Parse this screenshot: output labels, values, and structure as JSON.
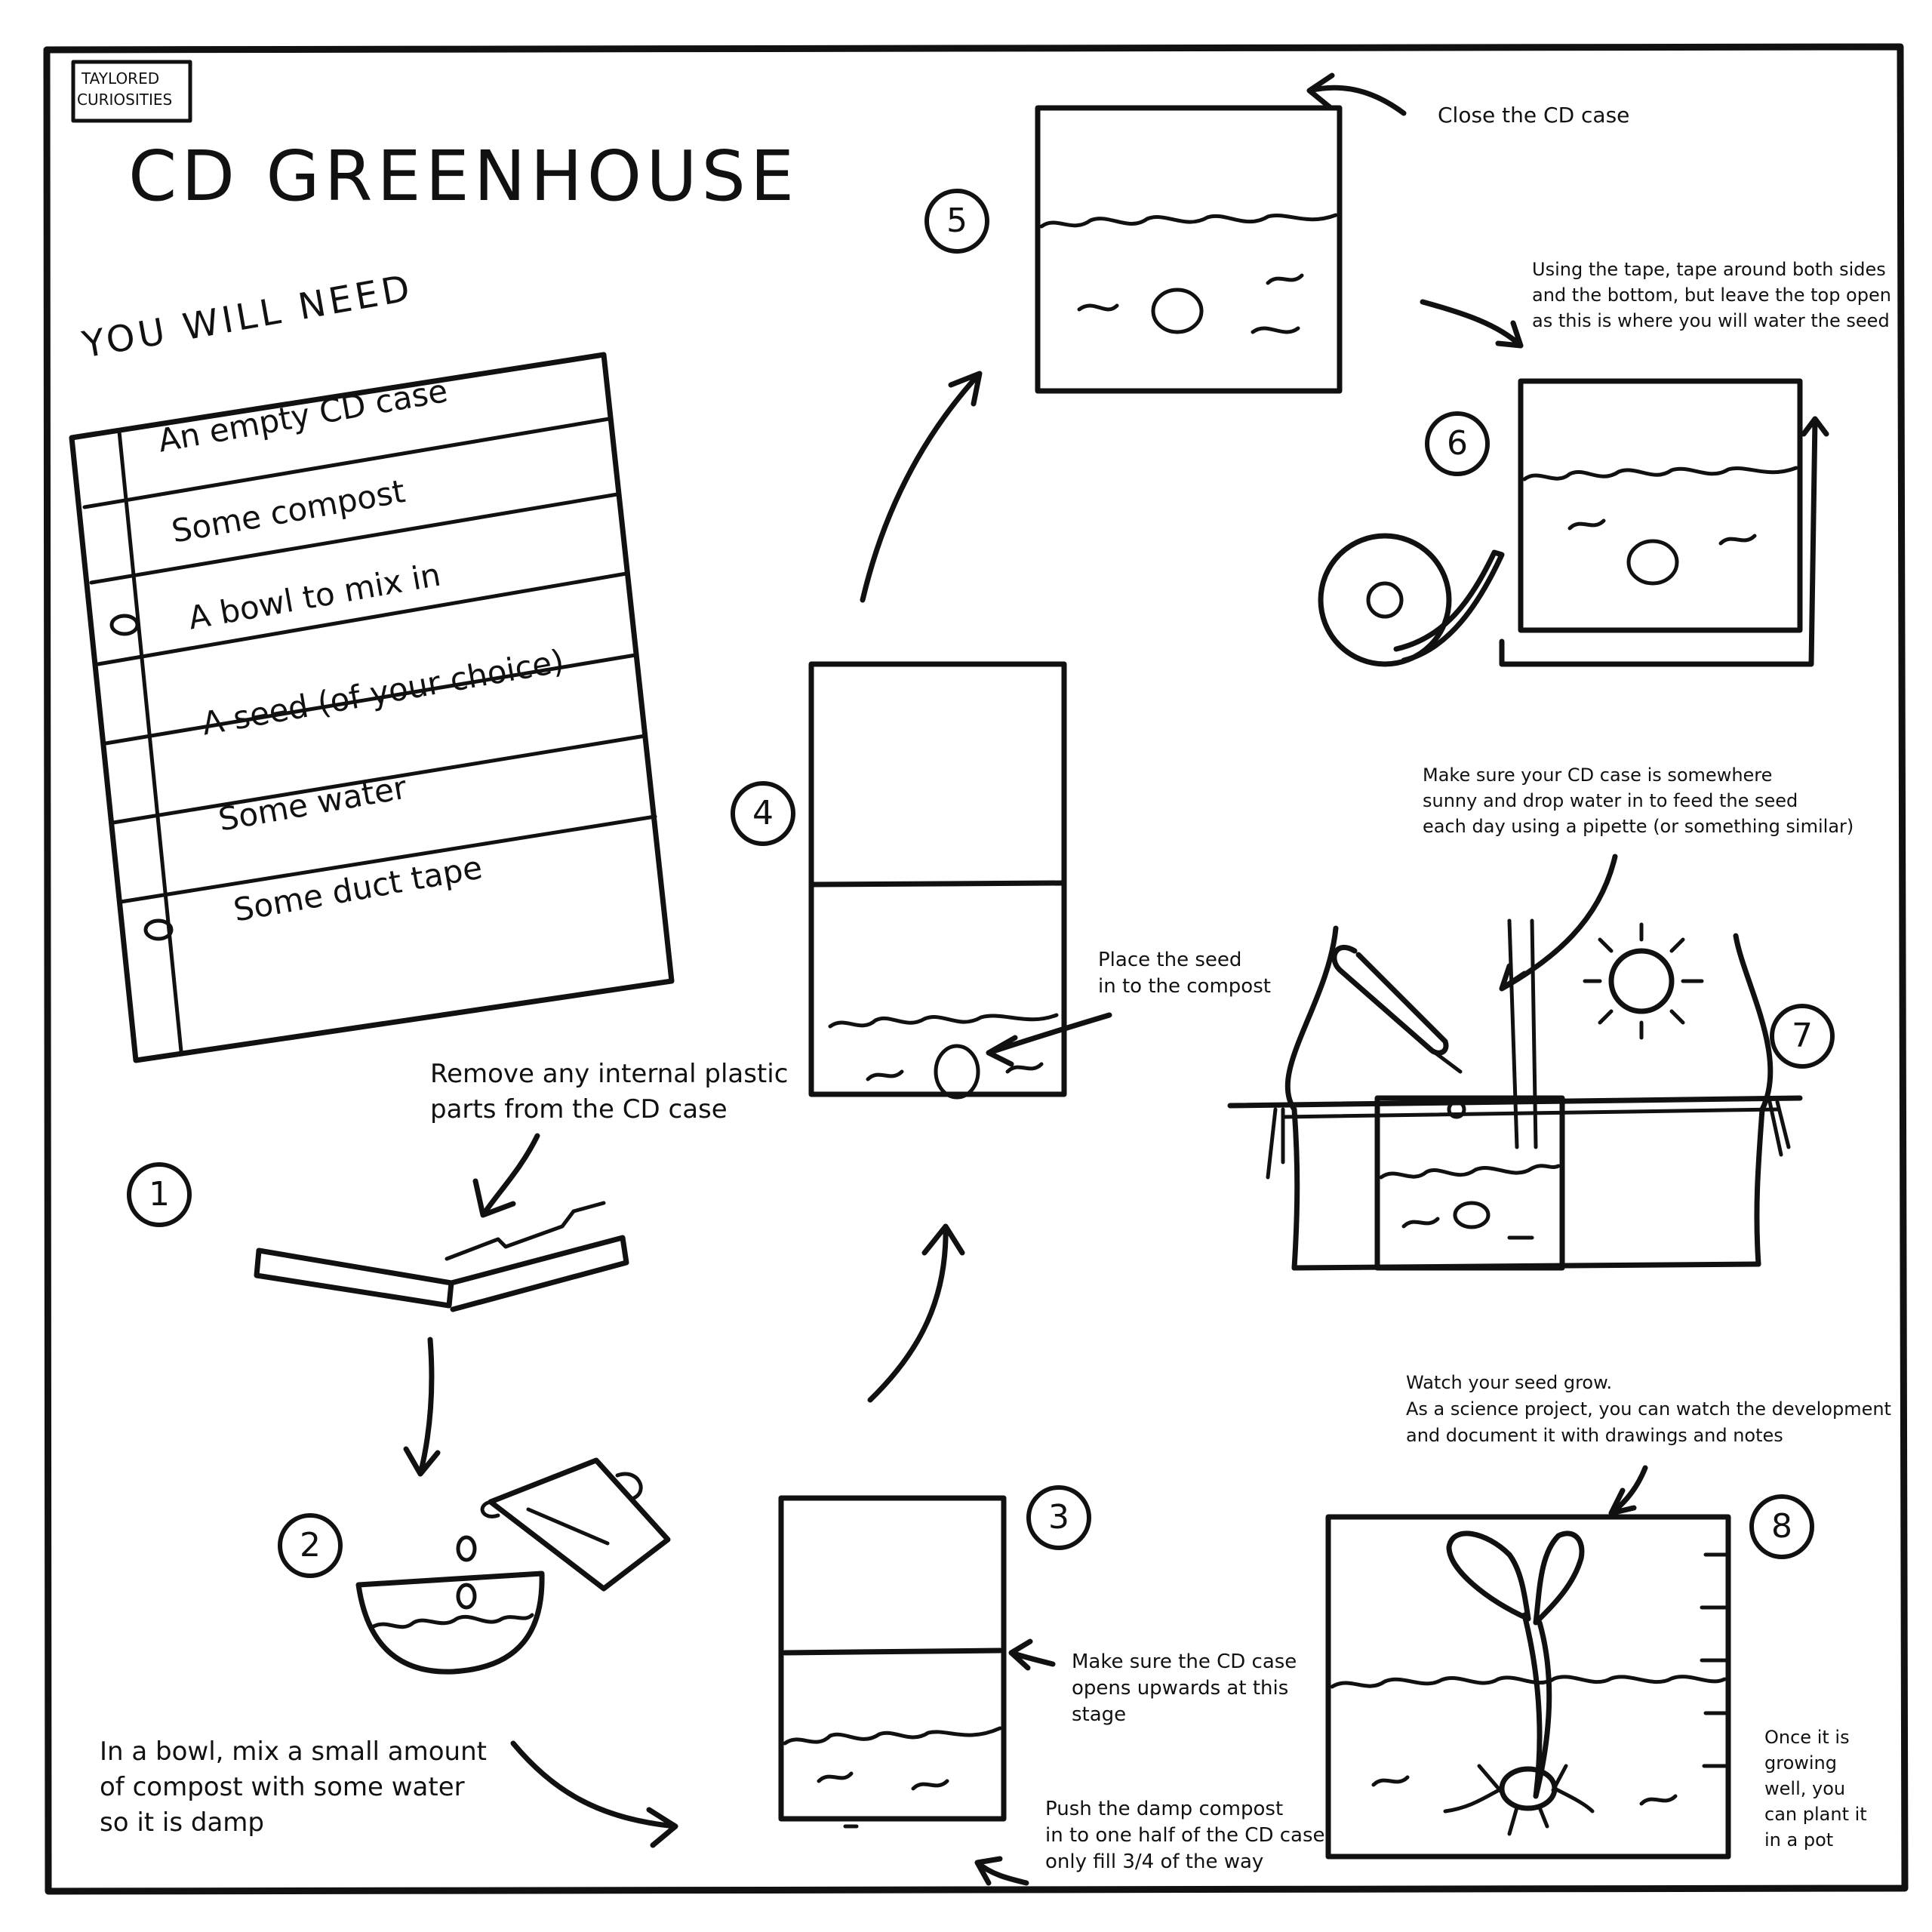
{
  "logo": {
    "line1": "TAYLORED",
    "line2": "CURIOSITIES"
  },
  "title": "CD GREENHOUSE",
  "you_will_need": {
    "heading": "YOU WILL NEED",
    "items": [
      "An empty CD case",
      "Some compost",
      "A bowl to mix in",
      "A seed (of your choice)",
      "Some water",
      "Some duct tape"
    ]
  },
  "steps": [
    {
      "number": "1",
      "caption": "Remove any internal plastic\nparts from the CD case"
    },
    {
      "number": "2",
      "caption": "In a bowl, mix a small amount\nof compost with some water\nso it is damp"
    },
    {
      "number": "3",
      "caption_top": "Make sure the CD case\nopens upwards at this\nstage",
      "caption_bottom": "Push the damp compost\nin to one half of the CD case;\nonly fill 3/4 of the way"
    },
    {
      "number": "4",
      "caption": "Place the seed\nin to the compost"
    },
    {
      "number": "5",
      "caption": "Close the CD case"
    },
    {
      "number": "6",
      "caption": "Using the tape, tape around both sides\nand the bottom, but leave the top open\nas this is where you will water the seed"
    },
    {
      "number": "7",
      "caption": "Make sure your CD case is somewhere\nsunny and drop water in to feed the seed\neach day using a pipette (or something similar)"
    },
    {
      "number": "8",
      "caption": "Watch your seed grow.\nAs a science project, you can watch the development\nand document it with drawings and notes",
      "caption_side": "Once it is\ngrowing\nwell, you\ncan plant it\nin a pot"
    }
  ]
}
